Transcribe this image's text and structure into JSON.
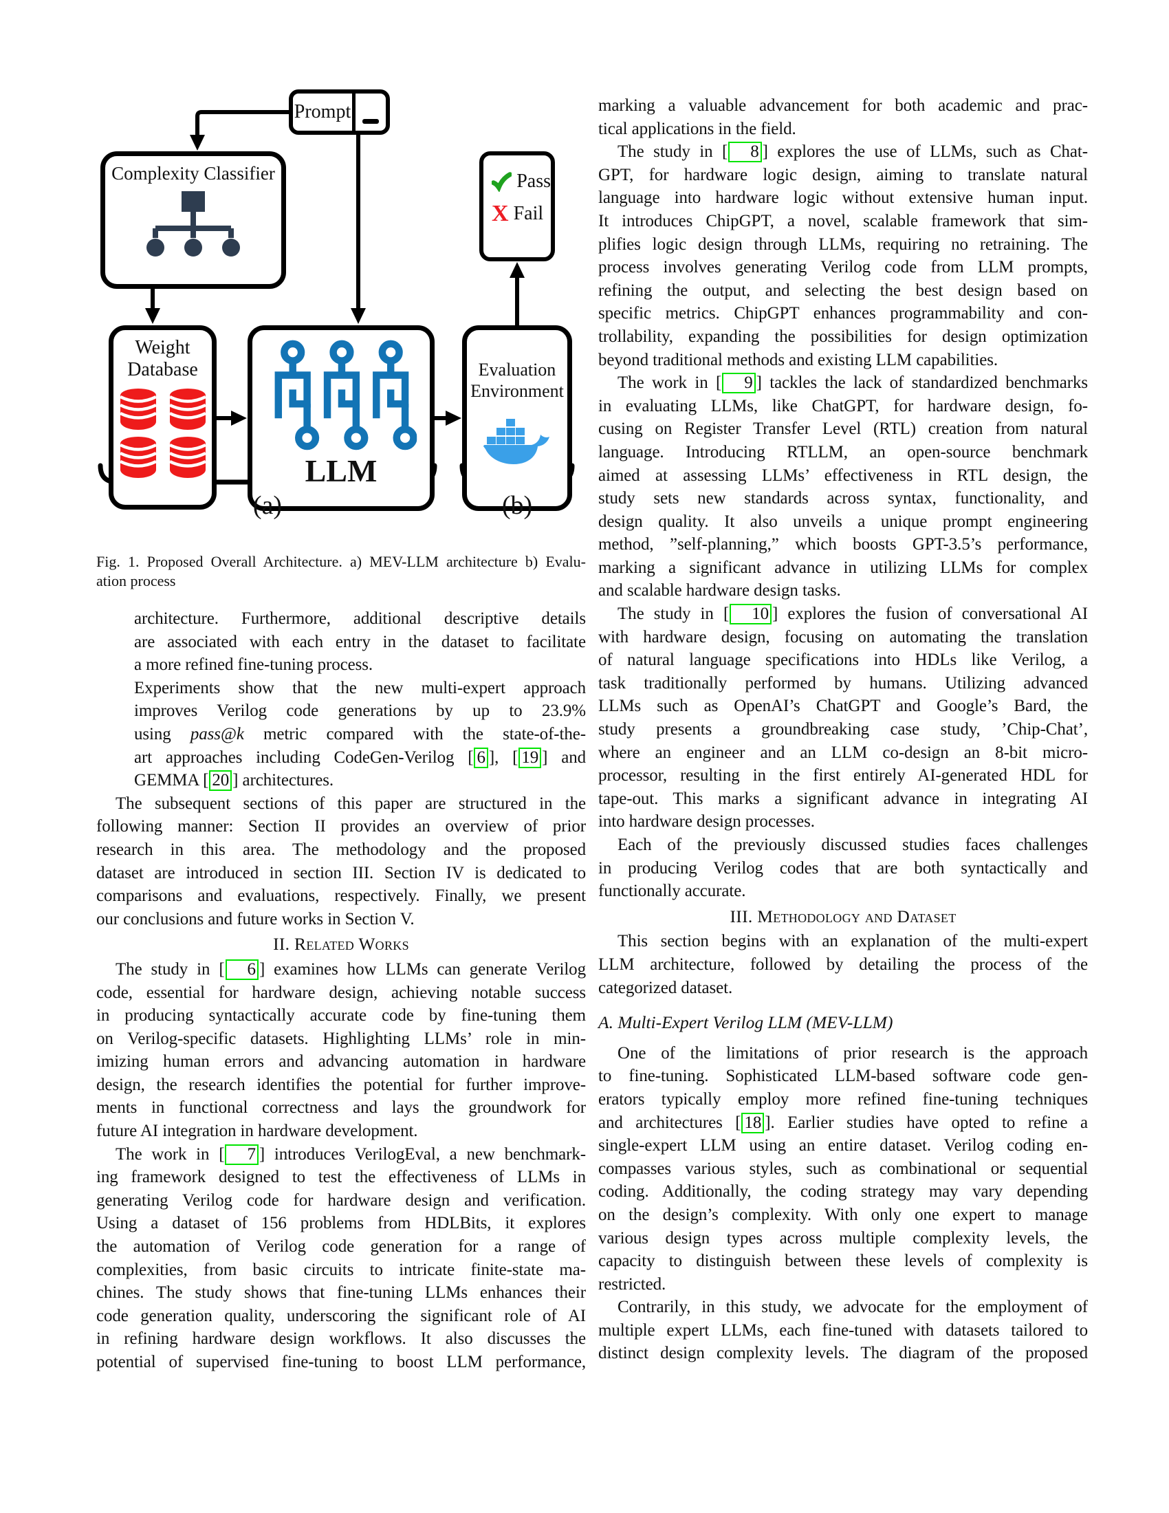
{
  "figure": {
    "prompt_label": "Prompt",
    "classifier_label": "Complexity Classifier",
    "weight_db_label_line1": "Weight",
    "weight_db_label_line2": "Database",
    "llm_label": "LLM",
    "eval_label_line1": "Evaluation",
    "eval_label_line2": "Environment",
    "pass_label": "Pass",
    "fail_label": "Fail",
    "x_glyph": "X",
    "bracket_label_a": "(a)",
    "bracket_label_b": "(b)",
    "colors": {
      "database_red": "#ee1b1b",
      "circuit_blue": "#1374b5",
      "docker_blue": "#3aa0e8",
      "check_green": "#1fa21f",
      "fail_red": "#ed1c24",
      "classifier_slate": "#2e3d50",
      "citation_green": "#00e400"
    }
  },
  "caption": {
    "lines": [
      "Fig. 1.   Proposed Overall Architecture. a) MEV-LLM architecture b) Evalu-",
      "ation process"
    ]
  },
  "columns": {
    "left": {
      "blocks": [
        {
          "type": "bullet_cont",
          "lines": [
            "architecture. Furthermore, additional descriptive details",
            "are associated with each entry in the dataset to facilitate",
            "a more refined fine-tuning process."
          ]
        },
        {
          "type": "bullet",
          "marker": "•",
          "lines": [
            "Experiments show that the new multi-expert approach",
            "improves Verilog code generations by up to 23.9%",
            "using «pass@k» metric compared with the state-of-the-",
            "art approaches including CodeGen-Verilog ⟦6⟧, ⟦19⟧ and",
            "GEMMA ⟦20⟧ architectures."
          ]
        },
        {
          "type": "para",
          "indent": true,
          "lines": [
            "The subsequent sections of this paper are structured in the",
            "following manner: Section II provides an overview of prior",
            "research in this area. The methodology and the proposed",
            "dataset are introduced in section III. Section IV is dedicated to",
            "comparisons and evaluations, respectively. Finally, we present",
            "our conclusions and future works in Section V."
          ]
        },
        {
          "type": "heading",
          "text": "II. Related Works"
        },
        {
          "type": "para",
          "indent": true,
          "lines": [
            "The study in ⟦6⟧ examines how LLMs can generate Verilog",
            "code, essential for hardware design, achieving notable success",
            "in producing syntactically accurate code by fine-tuning them",
            "on Verilog-specific datasets. Highlighting LLMs’ role in min-",
            "imizing human errors and advancing automation in hardware",
            "design, the research identifies the potential for further improve-",
            "ments in functional correctness and lays the groundwork for",
            "future AI integration in hardware development."
          ]
        },
        {
          "type": "para",
          "indent": true,
          "justify_last": true,
          "lines": [
            "The work in ⟦7⟧ introduces VerilogEval, a new benchmark-",
            "ing framework designed to test the effectiveness of LLMs in",
            "generating Verilog code for hardware design and verification.",
            "Using a dataset of 156 problems from HDLBits, it explores",
            "the automation of Verilog code generation for a range of",
            "complexities, from basic circuits to intricate finite-state ma-",
            "chines. The study shows that fine-tuning LLMs enhances their",
            "code generation quality, underscoring the significant role of AI",
            "in refining hardware design workflows. It also discusses the",
            "potential of supervised fine-tuning to boost LLM performance,"
          ]
        }
      ]
    },
    "right": {
      "blocks": [
        {
          "type": "para",
          "indent": false,
          "lines": [
            "marking a valuable advancement for both academic and prac-",
            "tical applications in the field."
          ]
        },
        {
          "type": "para",
          "indent": true,
          "lines": [
            "The study in ⟦8⟧ explores the use of LLMs, such as Chat-",
            "GPT, for hardware logic design, aiming to translate natural",
            "language into hardware logic without extensive human input.",
            "It introduces ChipGPT, a novel, scalable framework that sim-",
            "plifies logic design through LLMs, requiring no retraining. The",
            "process involves generating Verilog code from LLM prompts,",
            "refining the output, and selecting the best design based on",
            "specific metrics. ChipGPT enhances programmability and con-",
            "trollability, expanding the possibilities for design optimization",
            "beyond traditional methods and existing LLM capabilities."
          ]
        },
        {
          "type": "para",
          "indent": true,
          "lines": [
            "The work in ⟦9⟧ tackles the lack of standardized benchmarks",
            "in evaluating LLMs, like ChatGPT, for hardware design, fo-",
            "cusing on Register Transfer Level (RTL) creation from natural",
            "language. Introducing RTLLM, an open-source benchmark",
            "aimed at assessing LLMs’ effectiveness in RTL design, the",
            "study sets new standards across syntax, functionality, and",
            "design quality. It also unveils a unique prompt engineering",
            "method, ”self-planning,” which boosts GPT-3.5’s performance,",
            "marking a significant advance in utilizing LLMs for complex",
            "and scalable hardware design tasks."
          ]
        },
        {
          "type": "para",
          "indent": true,
          "lines": [
            "The study in ⟦10⟧ explores the fusion of conversational AI",
            "with hardware design, focusing on automating the translation",
            "of natural language specifications into HDLs like Verilog, a",
            "task traditionally performed by humans. Utilizing advanced",
            "LLMs such as OpenAI’s ChatGPT and Google’s Bard, the",
            "study presents a groundbreaking case study, ’Chip-Chat’,",
            "where an engineer and an LLM co-design an 8-bit micro-",
            "processor, resulting in the first entirely AI-generated HDL for",
            "tape-out. This marks a significant advance in integrating AI",
            "into hardware design processes."
          ]
        },
        {
          "type": "para",
          "indent": true,
          "lines": [
            "Each of the previously discussed studies faces challenges",
            "in producing Verilog codes that are both syntactically and",
            "functionally accurate."
          ]
        },
        {
          "type": "heading",
          "text": "III. Methodology and Dataset"
        },
        {
          "type": "para",
          "indent": true,
          "lines": [
            "This section begins with an explanation of the multi-expert",
            "LLM architecture, followed by detailing the process of the",
            "categorized dataset."
          ]
        },
        {
          "type": "subheading",
          "text": "A. Multi-Expert Verilog LLM (MEV-LLM)"
        },
        {
          "type": "para",
          "indent": true,
          "lines": [
            "One of the limitations of prior research is the approach",
            "to fine-tuning. Sophisticated LLM-based software code gen-",
            "erators typically employ more refined fine-tuning techniques",
            "and architectures ⟦18⟧. Earlier studies have opted to refine a",
            "single-expert LLM using an entire dataset. Verilog coding en-",
            "compasses various styles, such as combinational or sequential",
            "coding. Additionally, the coding strategy may vary depending",
            "on the design’s complexity. With only one expert to manage",
            "various design types across multiple complexity levels, the",
            "capacity to distinguish between these levels of complexity is",
            "restricted."
          ]
        },
        {
          "type": "para",
          "indent": true,
          "justify_last": true,
          "lines": [
            "Contrarily, in this study, we advocate for the employment of",
            "multiple expert LLMs, each fine-tuned with datasets tailored to",
            "distinct design complexity levels. The diagram of the proposed"
          ]
        }
      ]
    }
  }
}
